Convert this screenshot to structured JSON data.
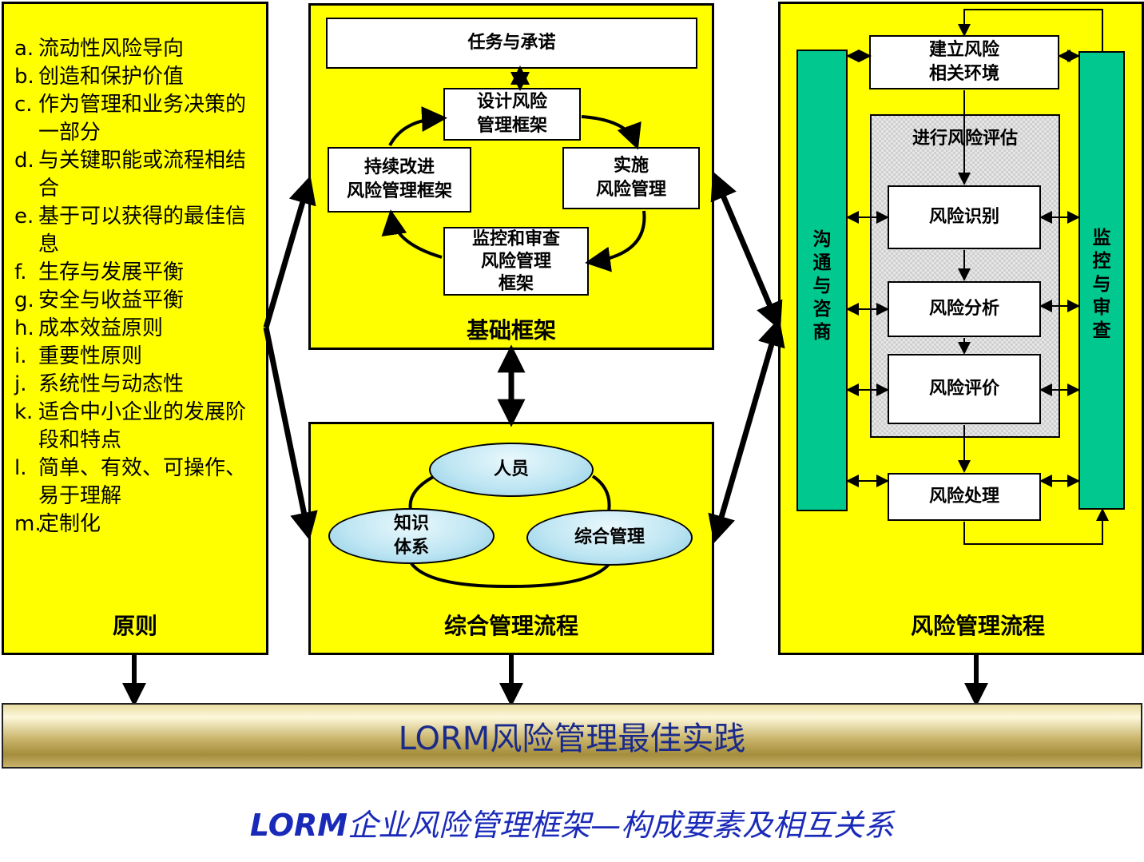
{
  "principles": {
    "title": "原则",
    "items": [
      {
        "key": "a.",
        "text": "流动性风险导向"
      },
      {
        "key": "b.",
        "text": "创造和保护价值"
      },
      {
        "key": "c.",
        "text": "作为管理和业务决策的一部分"
      },
      {
        "key": "d.",
        "text": "与关键职能或流程相结合"
      },
      {
        "key": "e.",
        "text": "基于可以获得的最佳信息"
      },
      {
        "key": "f.",
        "text": "生存与发展平衡"
      },
      {
        "key": "g.",
        "text": "安全与收益平衡"
      },
      {
        "key": "h.",
        "text": "成本效益原则"
      },
      {
        "key": "i.",
        "text": "重要性原则"
      },
      {
        "key": "j.",
        "text": "系统性与动态性"
      },
      {
        "key": "k.",
        "text": "适合中小企业的发展阶段和特点"
      },
      {
        "key": "l.",
        "text": "简单、有效、可操作、易于理解"
      },
      {
        "key": "m.",
        "text": "定制化"
      }
    ]
  },
  "framework": {
    "title": "基础框架",
    "mandate": "任务与承诺",
    "design": "设计风险\n管理框架",
    "implement": "实施\n风险管理",
    "monitor": "监控和审查\n风险管理\n框架",
    "improve": "持续改进\n风险管理框架"
  },
  "integrated": {
    "title": "综合管理流程",
    "people": "人员",
    "knowledge": "知识\n体系",
    "management": "综合管理"
  },
  "process": {
    "title": "风险管理流程",
    "context": "建立风险\n相关环境",
    "assessment": "进行风险评估",
    "identify": "风险识别",
    "analyze": "风险分析",
    "evaluate": "风险评价",
    "treat": "风险处理",
    "communicate": [
      "沟",
      "通",
      "与",
      "咨",
      "商"
    ],
    "monitor": [
      "监",
      "控",
      "与",
      "审",
      "查"
    ]
  },
  "banner": "LORM风险管理最佳实践",
  "caption": {
    "bold": "LORM",
    "rest": "企业风险管理框架—构成要素及相互关系"
  },
  "colors": {
    "panel": "#ffff00",
    "bar_green": "#00c88e",
    "caption": "#1a2ab8",
    "banner_text": "#1a2a8a"
  }
}
